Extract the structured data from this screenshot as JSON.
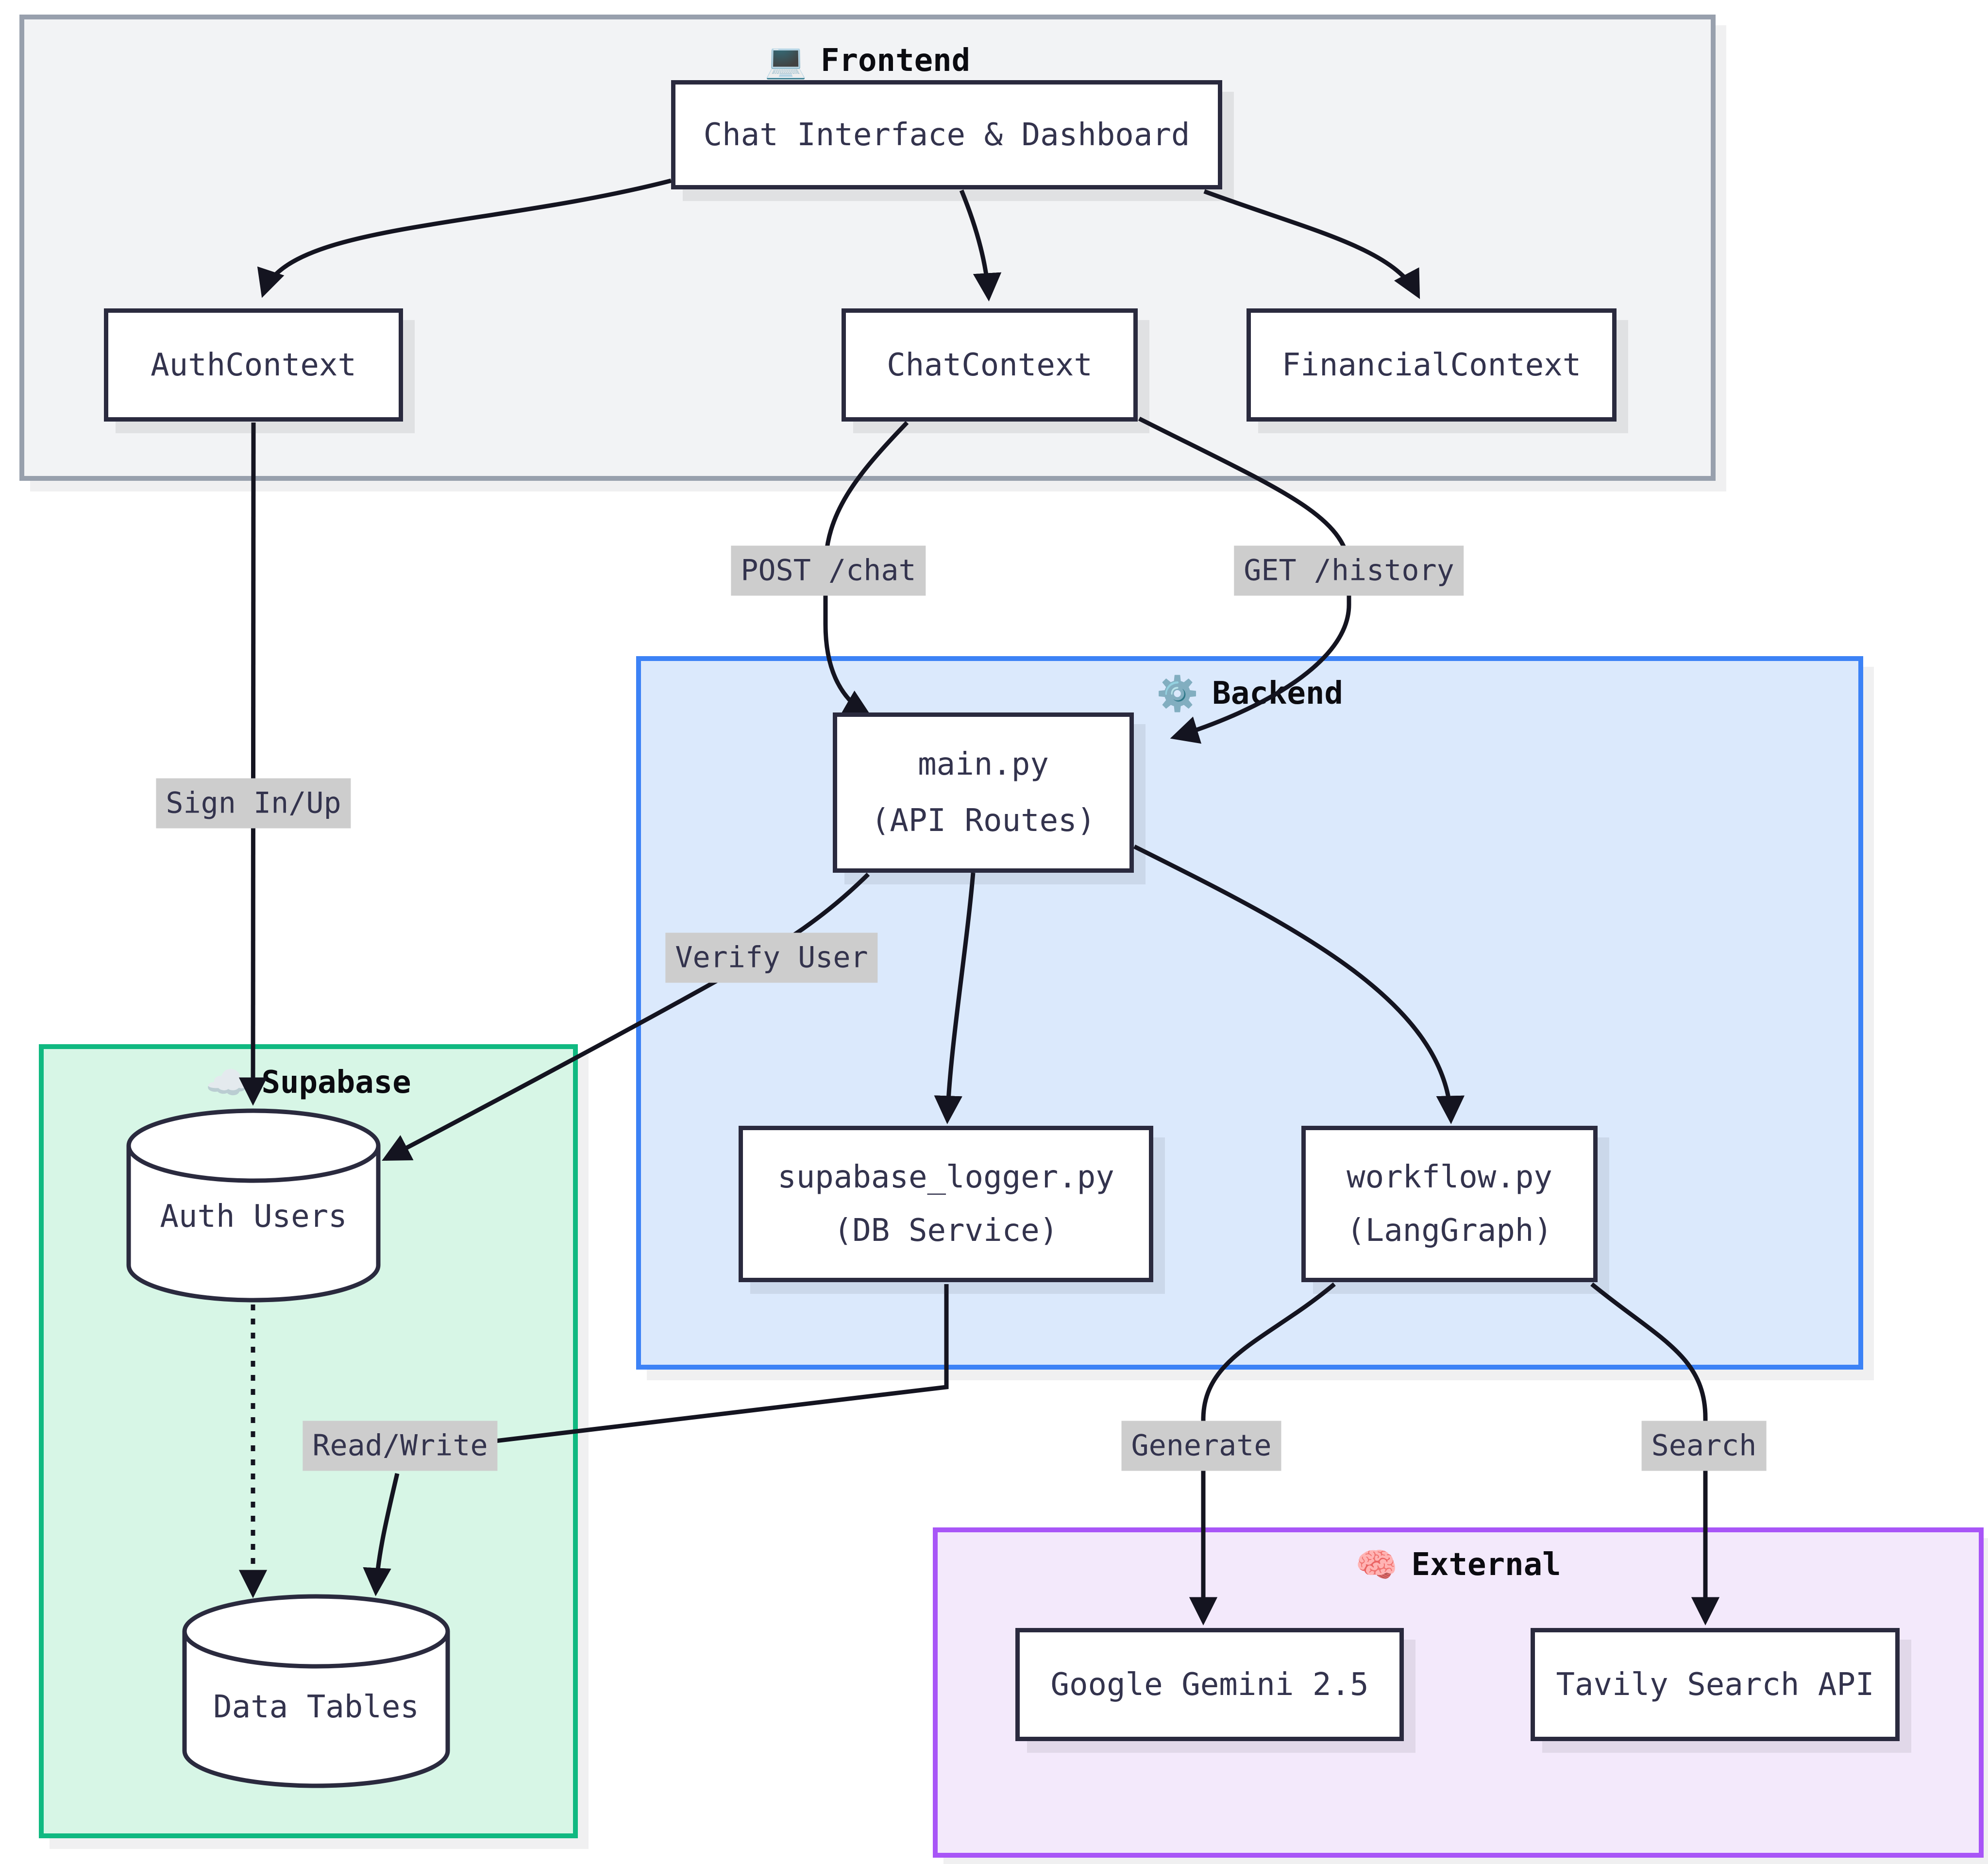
{
  "diagram": {
    "type": "flowchart",
    "groups": {
      "frontend": {
        "icon": "💻",
        "label": "Frontend"
      },
      "backend": {
        "icon": "⚙️",
        "label": "Backend"
      },
      "supabase": {
        "icon": "☁️",
        "label": "Supabase"
      },
      "external": {
        "icon": "🧠",
        "label": "External"
      }
    },
    "nodes": {
      "chat_interface": {
        "label": "Chat Interface & Dashboard"
      },
      "auth_context": {
        "label": "AuthContext"
      },
      "chat_context": {
        "label": "ChatContext"
      },
      "financial_context": {
        "label": "FinancialContext"
      },
      "main_py": {
        "line1": "main.py",
        "line2": "(API Routes)"
      },
      "supabase_logger": {
        "line1": "supabase_logger.py",
        "line2": "(DB Service)"
      },
      "workflow_py": {
        "line1": "workflow.py",
        "line2": "(LangGraph)"
      },
      "auth_users": {
        "label": "Auth Users"
      },
      "data_tables": {
        "label": "Data Tables"
      },
      "google_gemini": {
        "label": "Google Gemini 2.5"
      },
      "tavily": {
        "label": "Tavily Search API"
      }
    },
    "edge_labels": {
      "post_chat": "POST /chat",
      "get_history": "GET /history",
      "sign_in_up": "Sign In/Up",
      "verify_user": "Verify User",
      "read_write": "Read/Write",
      "generate": "Generate",
      "search": "Search"
    },
    "edges": [
      {
        "from": "Chat Interface & Dashboard",
        "to": "AuthContext"
      },
      {
        "from": "Chat Interface & Dashboard",
        "to": "ChatContext"
      },
      {
        "from": "Chat Interface & Dashboard",
        "to": "FinancialContext"
      },
      {
        "from": "ChatContext",
        "to": "main.py (API Routes)",
        "label": "POST /chat"
      },
      {
        "from": "ChatContext",
        "to": "main.py (API Routes)",
        "label": "GET /history"
      },
      {
        "from": "AuthContext",
        "to": "Auth Users",
        "label": "Sign In/Up"
      },
      {
        "from": "main.py (API Routes)",
        "to": "Auth Users",
        "label": "Verify User"
      },
      {
        "from": "main.py (API Routes)",
        "to": "supabase_logger.py (DB Service)"
      },
      {
        "from": "main.py (API Routes)",
        "to": "workflow.py (LangGraph)"
      },
      {
        "from": "supabase_logger.py (DB Service)",
        "to": "Data Tables",
        "label": "Read/Write"
      },
      {
        "from": "Auth Users",
        "to": "Data Tables",
        "style": "dotted"
      },
      {
        "from": "workflow.py (LangGraph)",
        "to": "Google Gemini 2.5",
        "label": "Generate"
      },
      {
        "from": "workflow.py (LangGraph)",
        "to": "Tavily Search API",
        "label": "Search"
      }
    ],
    "colors": {
      "frontend_fill": "#f2f3f5",
      "frontend_border": "#98a0ad",
      "backend_fill": "#dbe9fc",
      "backend_border": "#3c82f6",
      "supabase_fill": "#d7f6e6",
      "supabase_border": "#10b981",
      "external_fill": "#f3e9fb",
      "external_border": "#a855f7",
      "node_fill": "#ffffff",
      "node_border": "#2a2a3e",
      "node_text": "#33334d",
      "edge_stroke": "#141420",
      "edge_label_bg": "#cdcdcd"
    }
  }
}
